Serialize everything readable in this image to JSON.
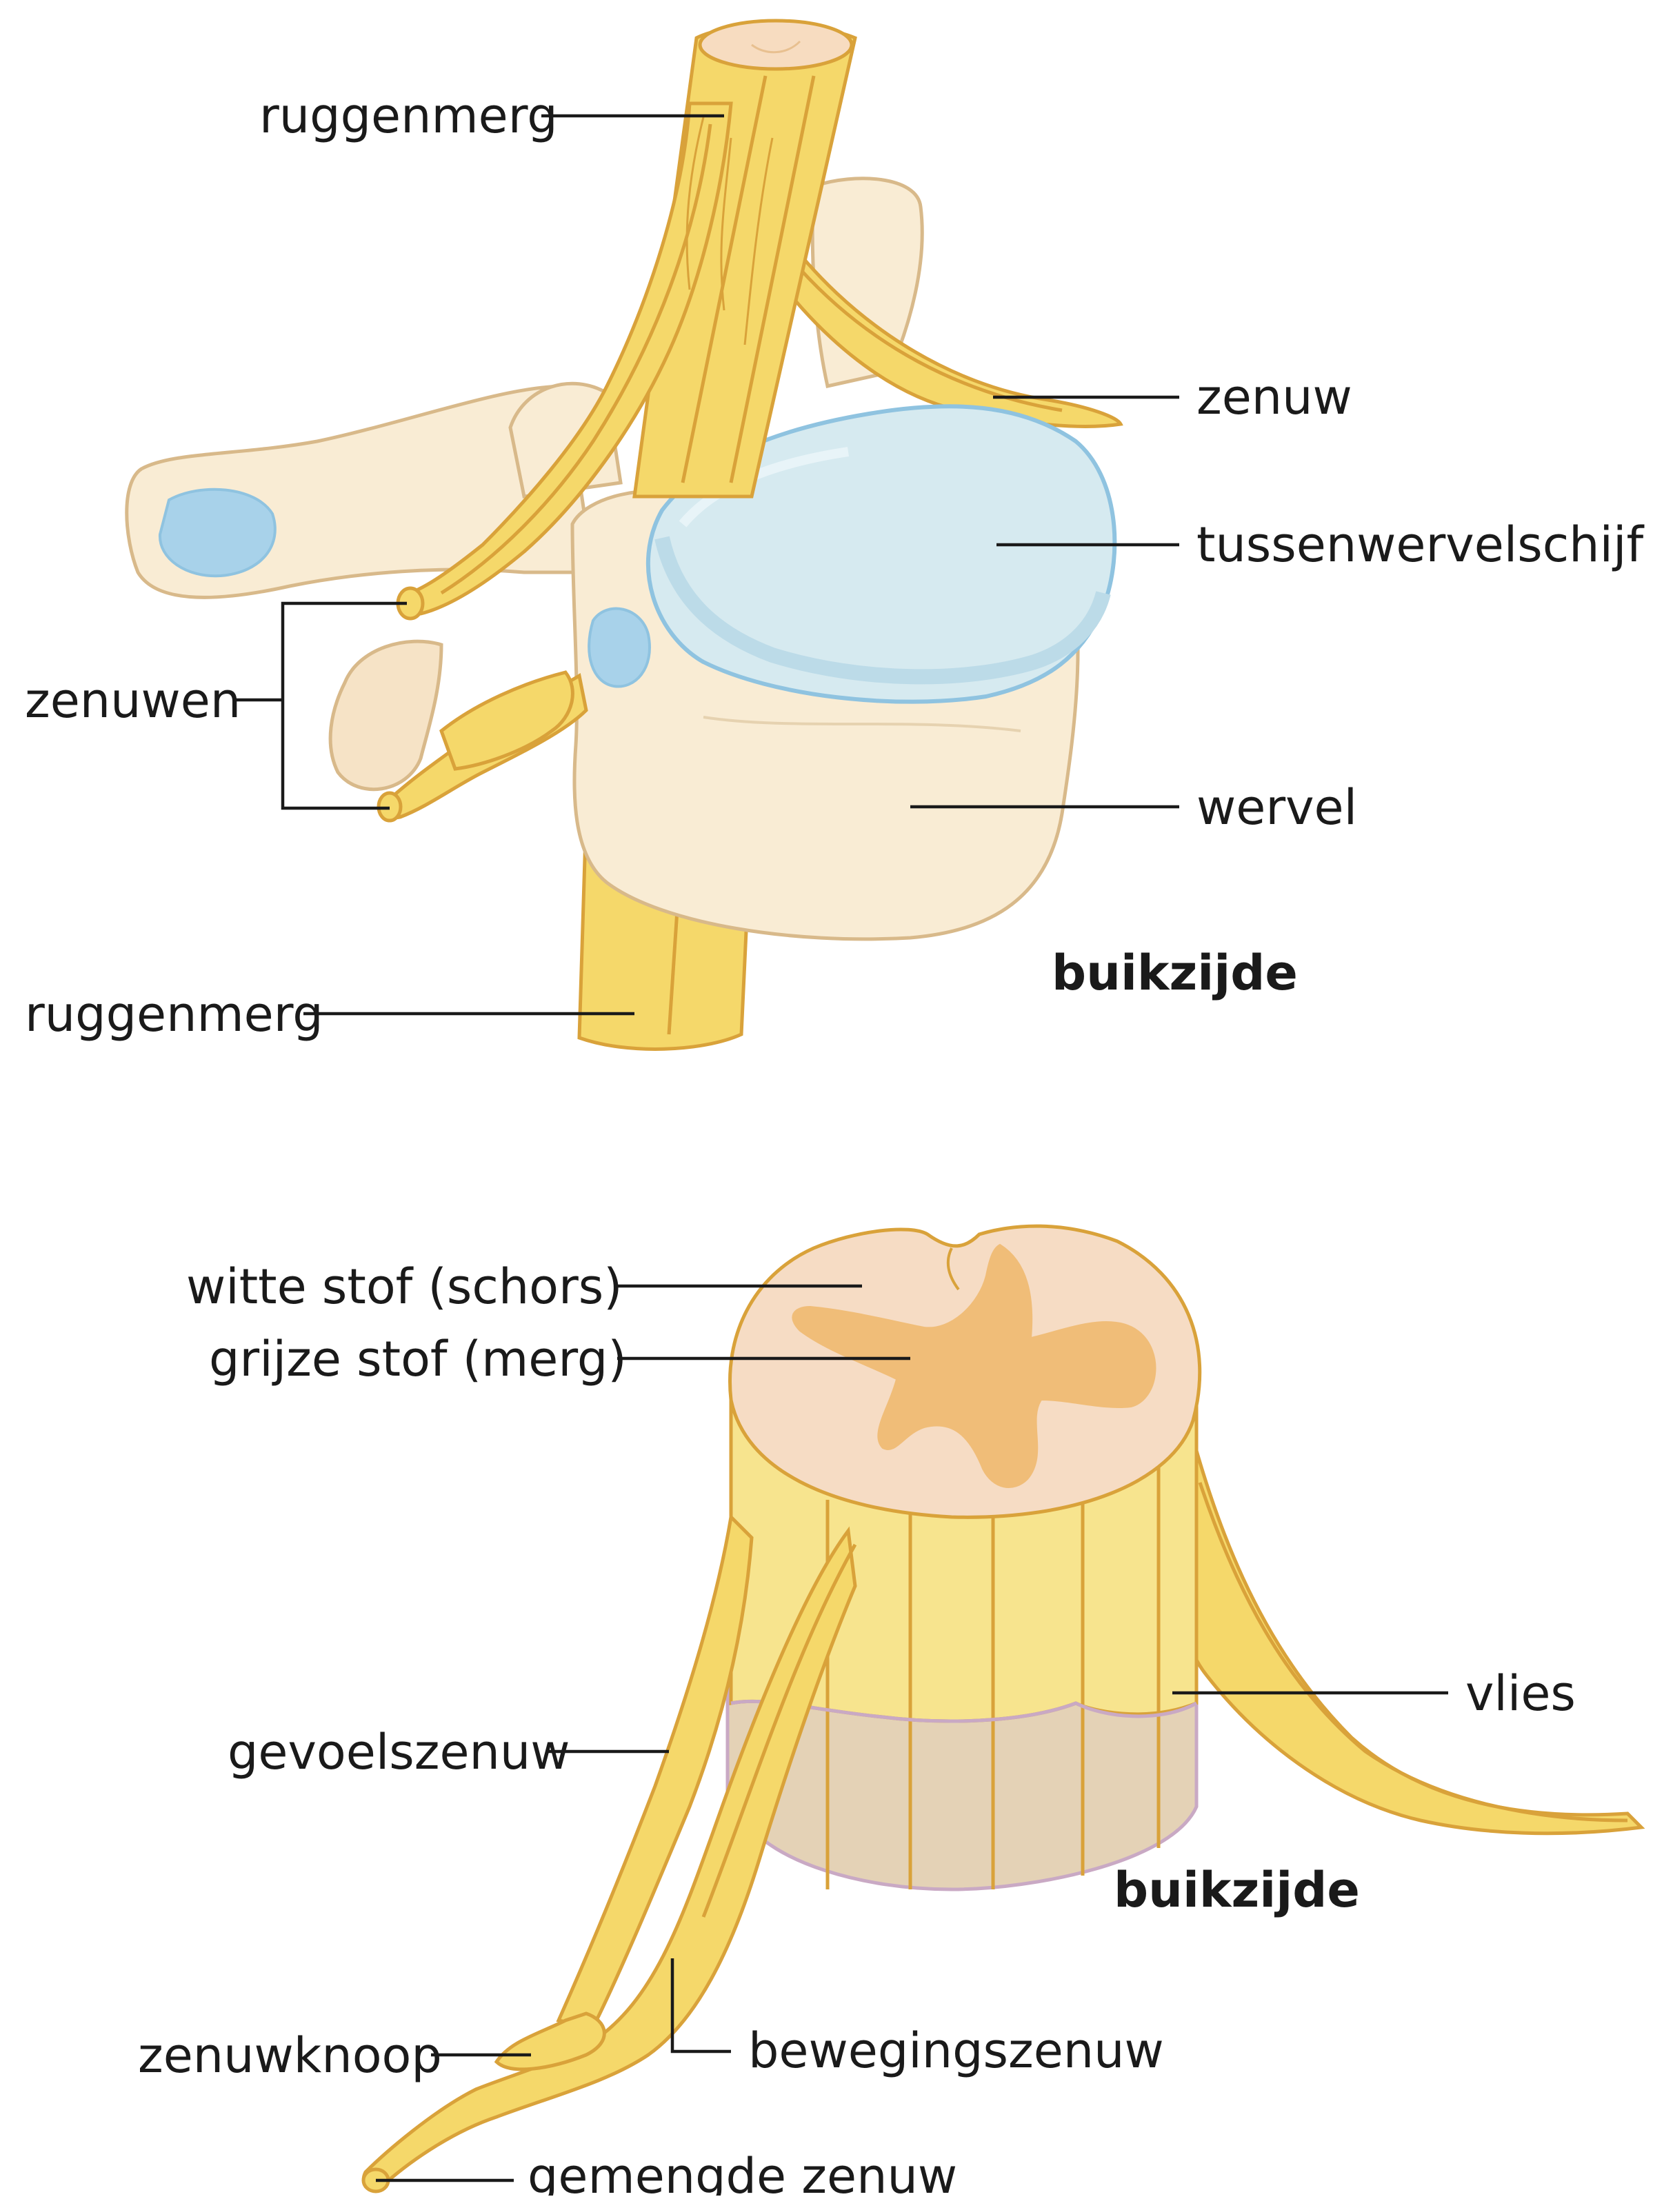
{
  "top": {
    "labels": {
      "spinal_cord_top": "ruggenmerg",
      "nerve": "zenuw",
      "disc": "tussenwervelschijf",
      "nerves": "zenuwen",
      "vertebra": "wervel",
      "ventral": "buikzijde",
      "spinal_cord_bottom": "ruggenmerg"
    }
  },
  "bottom": {
    "labels": {
      "white_matter": "witte stof (schors)",
      "grey_matter": "grijze stof (merg)",
      "membrane": "vlies",
      "sensory_nerve": "gevoelszenuw",
      "ventral": "buikzijde",
      "ganglion": "zenuwknoop",
      "motor_nerve": "bewegingszenuw",
      "mixed_nerve": "gemengde zenuw"
    }
  },
  "colors": {
    "nerve": "#f5d86a",
    "nerve_outline": "#d9a23a",
    "bone": "#f9ecd4",
    "bone_outline": "#d8b98a",
    "disc": "#d6eaf0",
    "disc_outline": "#8fc3e0",
    "white_matter": "#f6dcc4",
    "grey_matter": "#f0bd78",
    "membrane": "#e4d2b6",
    "membrane_outline": "#c9a9c4"
  }
}
